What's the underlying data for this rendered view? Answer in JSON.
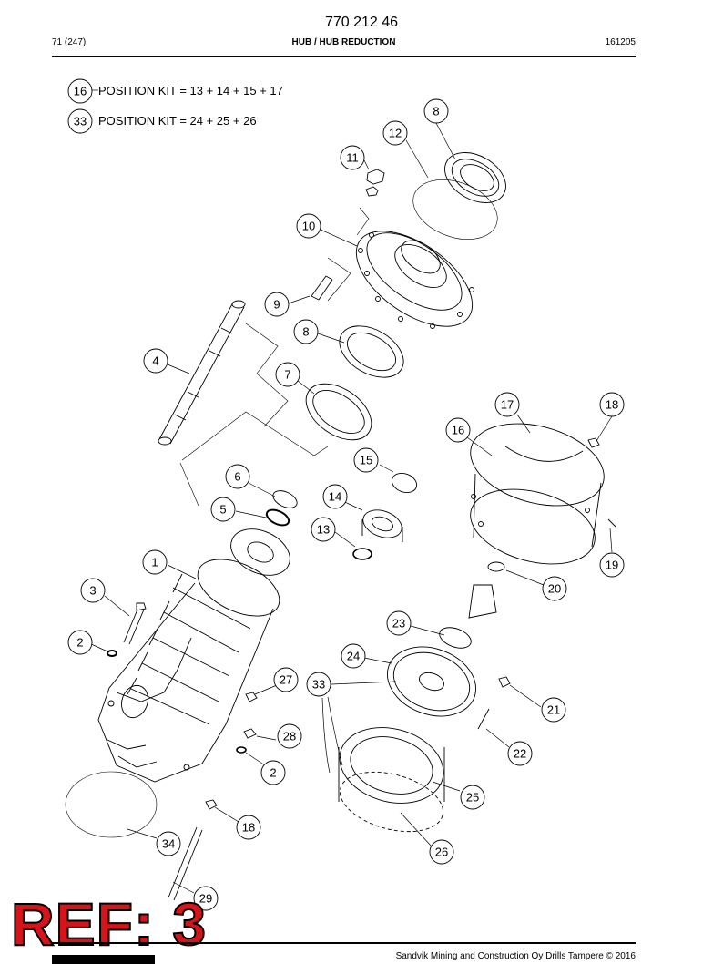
{
  "header": {
    "doc_number": "770 212 46",
    "page_ref": "71 (247)",
    "section_title": "HUB / HUB REDUCTION",
    "date_code": "161205"
  },
  "kit_notes": [
    {
      "ref": "16",
      "text": "POSITION KIT = 13 + 14 + 15 + 17"
    },
    {
      "ref": "33",
      "text": "POSITION KIT = 24 + 25 + 26"
    }
  ],
  "callouts": [
    "1",
    "2",
    "2",
    "3",
    "4",
    "5",
    "6",
    "7",
    "8",
    "8",
    "9",
    "10",
    "11",
    "12",
    "13",
    "14",
    "15",
    "16",
    "17",
    "18",
    "18",
    "19",
    "20",
    "21",
    "22",
    "23",
    "24",
    "25",
    "26",
    "27",
    "28",
    "29",
    "33",
    "34"
  ],
  "stamp": "REF: 3",
  "footer": {
    "copyright": "Sandvik Mining and Construction Oy Drills Tampere © 2016"
  }
}
